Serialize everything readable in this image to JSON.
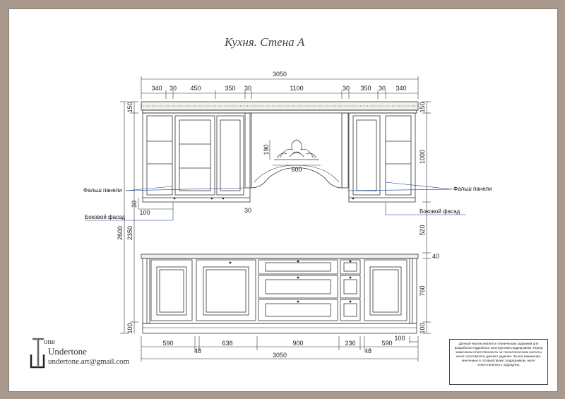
{
  "title": "Кухня.  Стена А",
  "colors": {
    "background": "#a89a8e",
    "sheet": "#ffffff",
    "dimension": "#1a3c8c",
    "line": "#333333"
  },
  "upper": {
    "total": "3050",
    "segments": [
      "340",
      "30",
      "450",
      "350",
      "30",
      "1100",
      "30",
      "350",
      "30",
      "340"
    ],
    "cornice_height": "150",
    "cabinet_height": "1000",
    "decor_height": "190",
    "decor_width": "600",
    "bottom_left": "30",
    "bottom_right": "30",
    "left_gap": "100",
    "label_false_panels_left": "Фальш панели",
    "label_false_panels_right": "Фальш панели",
    "label_side_left": "Боковой фасад",
    "label_side_right": "Боковой фасад"
  },
  "heights": {
    "total": "2600",
    "upper_level": "2350",
    "gap": "520",
    "top": "40",
    "body": "760",
    "plinth_right": "100",
    "plinth_left": "100"
  },
  "lower": {
    "segments": [
      "590",
      "48",
      "638",
      "900",
      "236",
      "48",
      "590"
    ],
    "right_small": "100",
    "total": "3050"
  },
  "logo": {
    "letter": "T",
    "one": "one",
    "name": "Undertone",
    "email": "undertone.art@gmail.com"
  },
  "note": "Данный чертеж является техническим заданием для разработки подробного конструктива подрядчиком. Перед заказчиком ответственность за технологические расчеты несет изготовитель данного изделия. За все изменения, внесенные в готовый проект подрядчиком, несет ответственность подрядчик."
}
